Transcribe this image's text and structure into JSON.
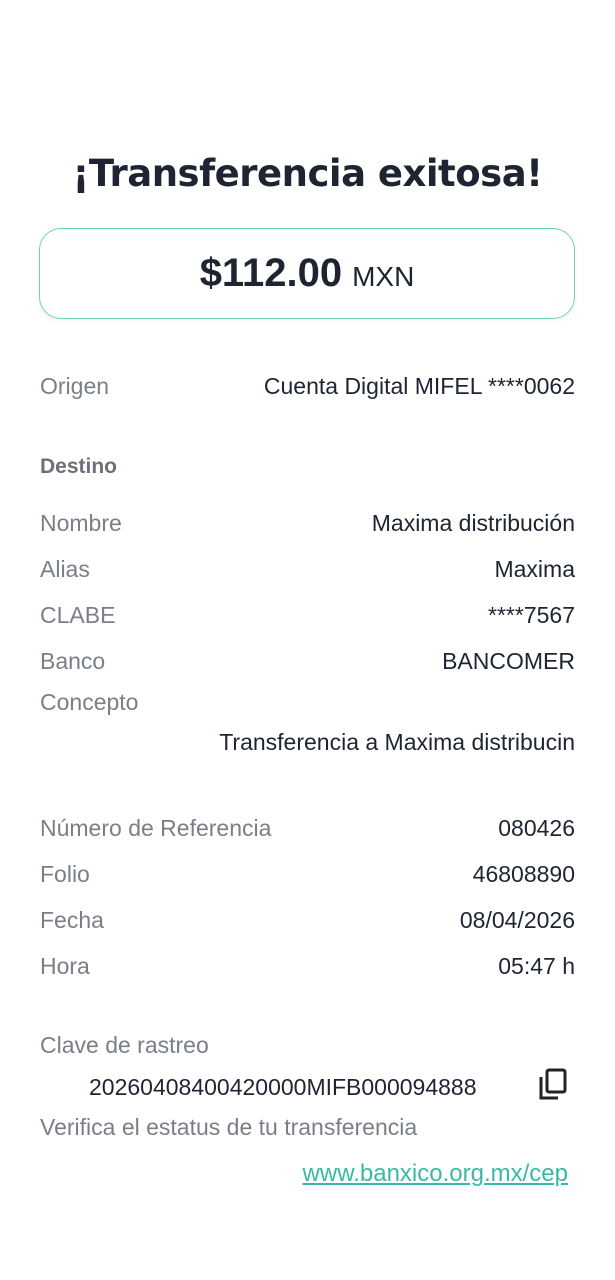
{
  "title": "¡Transferencia exitosa!",
  "amount": {
    "value": "$112.00",
    "currency": "MXN"
  },
  "origin": {
    "label": "Origen",
    "value": "Cuenta Digital MIFEL ****0062"
  },
  "destination": {
    "heading": "Destino",
    "rows": [
      {
        "label": "Nombre",
        "value": "Maxima distribución"
      },
      {
        "label": "Alias",
        "value": "Maxima"
      },
      {
        "label": "CLABE",
        "value": "****7567"
      },
      {
        "label": "Banco",
        "value": "BANCOMER"
      }
    ],
    "concept_label": "Concepto",
    "concept_value": "Transferencia a Maxima distribucin"
  },
  "details": [
    {
      "label": "Número de Referencia",
      "value": "080426"
    },
    {
      "label": "Folio",
      "value": "46808890"
    },
    {
      "label": "Fecha",
      "value": "08/04/2026"
    },
    {
      "label": "Hora",
      "value": "05:47 h"
    }
  ],
  "tracking": {
    "label": "Clave de rastreo",
    "value": "20260408400420000MIFB000094888",
    "verify_text": "Verifica el estatus de tu transferencia",
    "link": "www.banxico.org.mx/cep"
  },
  "colors": {
    "accent": "#3bb9a6",
    "border": "#6fd1bd"
  }
}
